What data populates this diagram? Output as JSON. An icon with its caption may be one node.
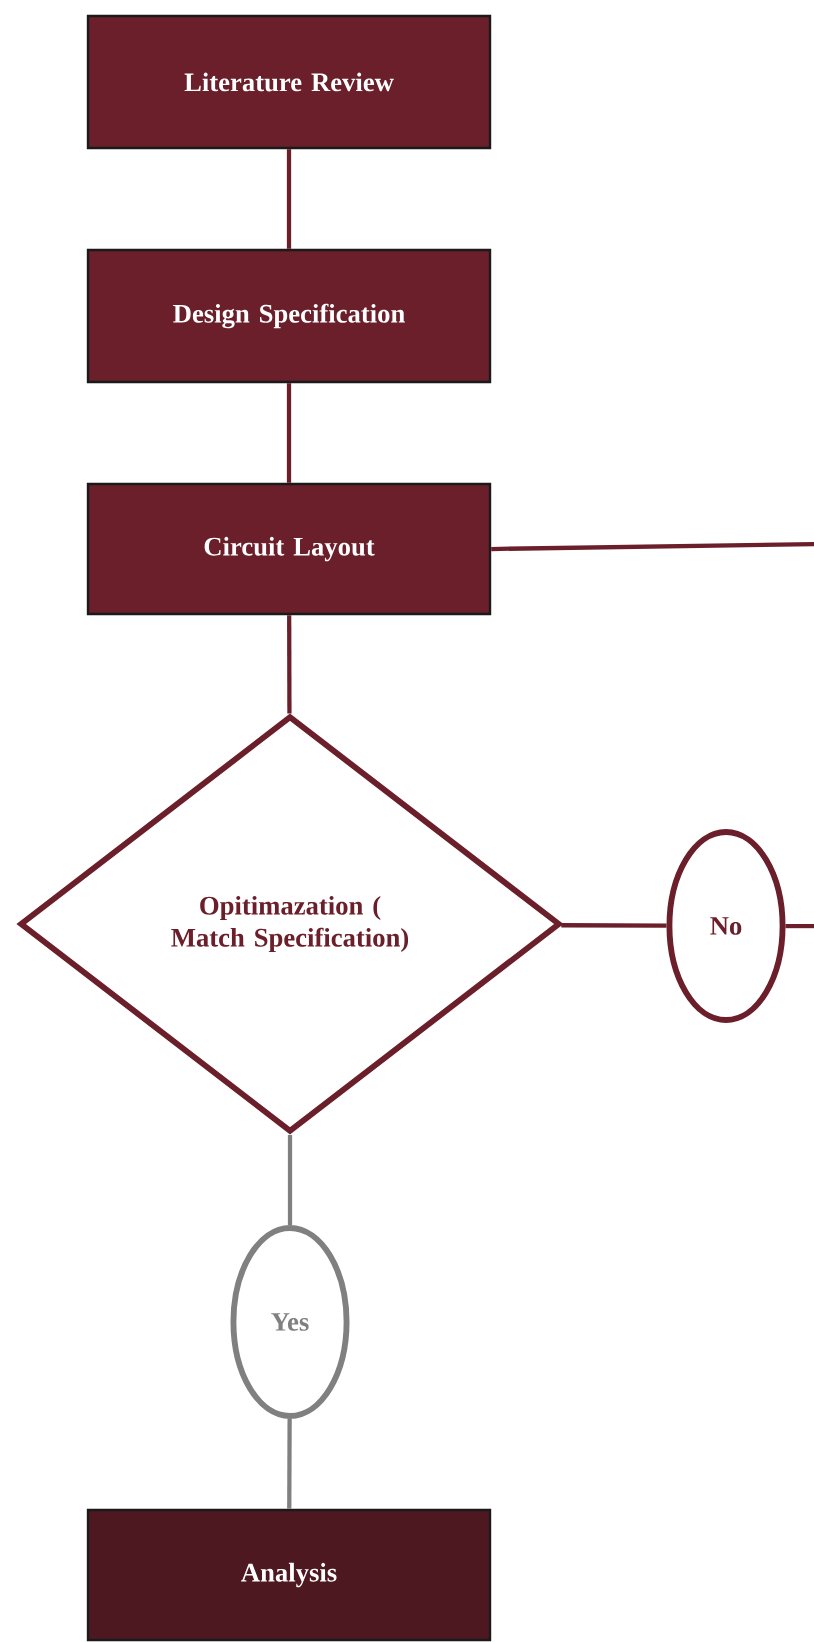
{
  "diagram": {
    "nodes": [
      {
        "text": [
          "Literature Review"
        ]
      },
      {
        "text": [
          "Design Specification"
        ]
      },
      {
        "text": [
          "Circuit Layout"
        ]
      },
      {
        "text": [
          "Opitimazation ( Match Specification)"
        ]
      },
      {
        "text": [
          "No"
        ]
      },
      {
        "text": [
          "Yes"
        ]
      },
      {
        "text": [
          "Analysis"
        ]
      }
    ],
    "edges": [
      {
        "from": 0,
        "to": 1,
        "arrow": "none"
      },
      {
        "from": 1,
        "to": 2,
        "arrow": "none"
      },
      {
        "from": 2,
        "to": 3,
        "arrow": "none"
      },
      {
        "from": 2,
        "to": null,
        "arrow": "none"
      },
      {
        "from": 3,
        "to": 4,
        "arrow": "none"
      },
      {
        "from": 4,
        "to": null,
        "arrow": "none"
      },
      {
        "from": 3,
        "to": 5,
        "arrow": "none",
        "color": "#808080"
      },
      {
        "from": 5,
        "to": 6,
        "arrow": "none",
        "color": "#808080"
      }
    ]
  }
}
